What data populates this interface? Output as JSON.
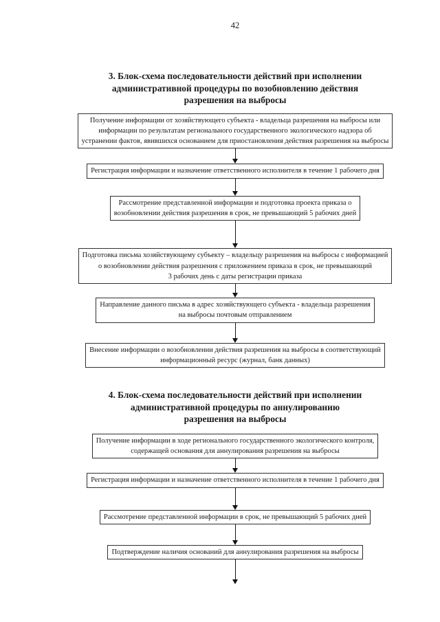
{
  "page_number": "42",
  "colors": {
    "background": "#ffffff",
    "text": "#1a1a1a",
    "box_border": "#2f2f2f",
    "arrow": "#141414"
  },
  "section_resume": {
    "title_lines": [
      "3. Блок-схема последовательности действий при исполнении",
      "административной процедуры по возобновлению действия",
      "разрешения на выбросы"
    ],
    "boxes": [
      [
        "Получение информации от хозяйствующего субъекта - владельца разрешения на выбросы или",
        "информации по результатам регионального государственного экологического надзора об",
        "устранении фактов, явившихся основанием для приостановления действия разрешения на выбросы"
      ],
      [
        "Регистрация информации и назначение ответственного исполнителя в течение 1 рабочего дня"
      ],
      [
        "Рассмотрение представленной информации и подготовка проекта приказа о",
        "возобновлении действия разрешения в срок, не превышающий 5 рабочих дней"
      ],
      [
        "Подготовка письма хозяйствующему субъекту – владельцу разрешения на выбросы с информацией",
        "о возобновлении действия разрешения с приложением приказа в срок, не превышающий",
        "3 рабочих день с даты регистрации приказа"
      ],
      [
        "Направление данного письма в адрес хозяйствующего субъекта - владельца разрешения",
        "на выбросы почтовым отправлением"
      ],
      [
        "Внесение информации о возобновлении действия разрешения на выбросы в соответствующий",
        "информационный ресурс (журнал, банк данных)"
      ]
    ]
  },
  "section_annul": {
    "title_lines": [
      "4. Блок-схема последовательности действий при исполнении",
      "административной процедуры по аннулированию",
      "разрешения на выбросы"
    ],
    "boxes": [
      [
        "Получение информации в ходе регионального государственного экологического контроля,",
        "содержащей основания для аннулирования разрешения на выбросы"
      ],
      [
        "Регистрация информации и назначение ответственного исполнителя в течение 1 рабочего дня"
      ],
      [
        "Рассмотрение представленной информации в срок, не превышающий 5 рабочих дней"
      ],
      [
        "Подтверждение наличия оснований для аннулирования разрешения на выбросы"
      ]
    ]
  }
}
